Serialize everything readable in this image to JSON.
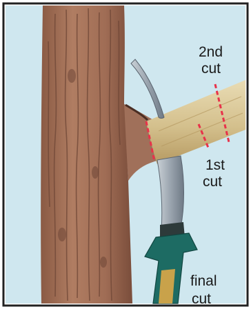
{
  "labels": {
    "second_cut_line1": "2nd",
    "second_cut_line2": "cut",
    "first_cut_line1": "1st",
    "first_cut_line2": "cut",
    "final_cut_line1": "final",
    "final_cut_line2": "cut"
  },
  "colors": {
    "sky": "#cfe7ef",
    "bark": "#a67358",
    "bark_dark": "#6e4636",
    "branch": "#d8c79a",
    "branch_shade": "#b9a06a",
    "cut_line": "#e8324a",
    "saw_blade": "#9da7b2",
    "saw_handle": "#1d6b63",
    "border": "#222222"
  },
  "icons": {
    "tool": "pruning-saw-icon"
  }
}
